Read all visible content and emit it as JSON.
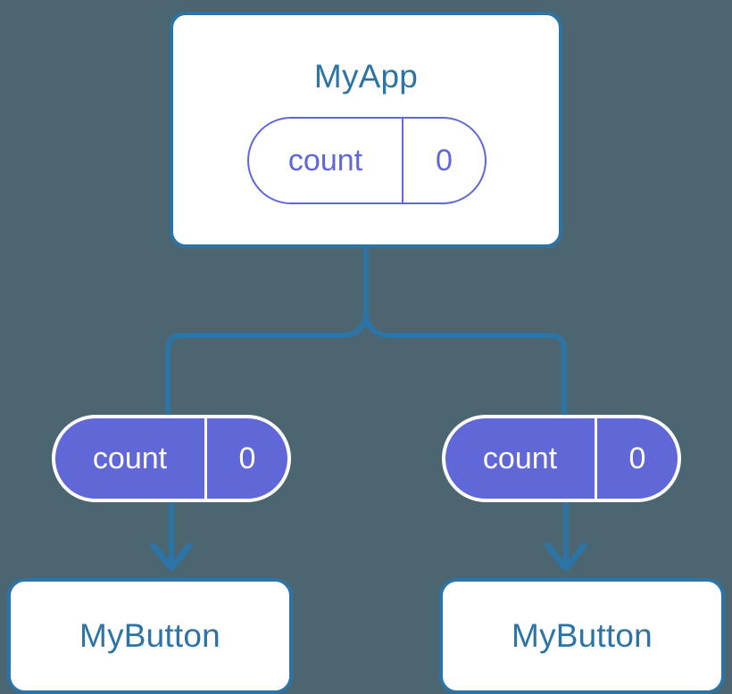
{
  "diagram": {
    "type": "component-state-tree",
    "background_color": "#4b6670",
    "accent_blue": "#2c74a6",
    "accent_purple": "#5f68d6"
  },
  "root": {
    "component_label": "MyApp",
    "state_pill": {
      "key": "count",
      "value": "0",
      "style": "outlined"
    }
  },
  "branches": [
    {
      "prop_pill": {
        "key": "count",
        "value": "0",
        "style": "filled"
      },
      "component_label": "MyButton"
    },
    {
      "prop_pill": {
        "key": "count",
        "value": "0",
        "style": "filled"
      },
      "component_label": "MyButton"
    }
  ],
  "connectors": {
    "trunk": "vertical-from-root",
    "split": "tee-junction",
    "arrow_head": "chevron-down-arrow"
  }
}
